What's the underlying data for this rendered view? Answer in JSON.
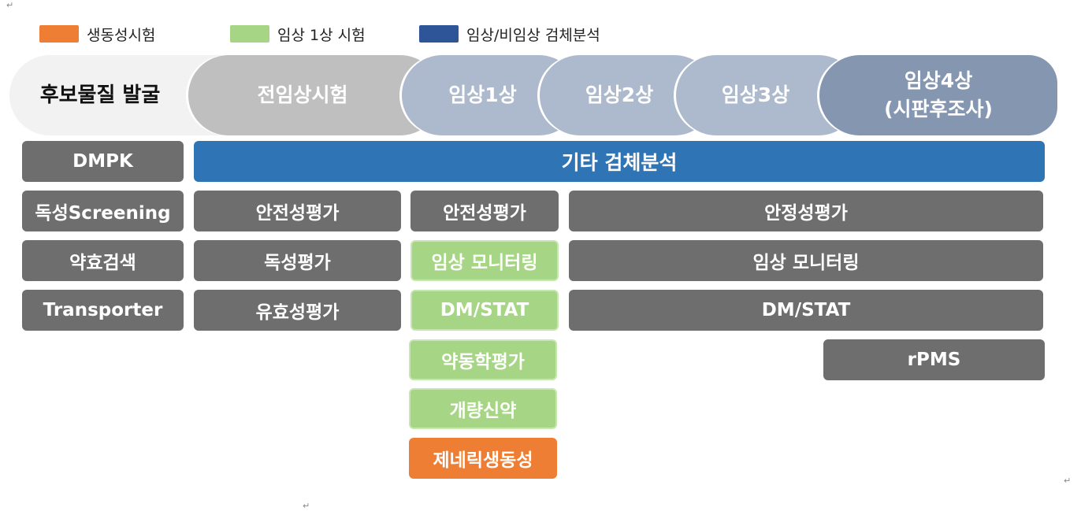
{
  "legend": [
    {
      "label": "생동성시험",
      "color": "#ee7e33"
    },
    {
      "label": "임상 1상 시험",
      "color": "#a6d585"
    },
    {
      "label": "임상/비임상 검체분석",
      "color": "#2e5597"
    }
  ],
  "phases": [
    {
      "label": "후보물질 발굴",
      "color": "#f2f2f2",
      "text_color": "#111111"
    },
    {
      "label": "전임상시험",
      "color": "#bfbfbf",
      "text_color": "#ffffff"
    },
    {
      "label": "임상1상",
      "color": "#adb9cc",
      "text_color": "#ffffff"
    },
    {
      "label": "임상2상",
      "color": "#adb9cc",
      "text_color": "#ffffff"
    },
    {
      "label": "임상3상",
      "color": "#adb9cc",
      "text_color": "#ffffff"
    },
    {
      "label_line1": "임상4상",
      "label_line2": "(시판후조사)",
      "color": "#8496b0",
      "text_color": "#ffffff"
    }
  ],
  "discovery": [
    "DMPK",
    "독성Screening",
    "약효검색",
    "Transporter"
  ],
  "banner": "기타 검체분석",
  "preclinical": [
    "안전성평가",
    "독성평가",
    "유효성평가"
  ],
  "phase1": [
    "안전성평가",
    "임상 모니터링",
    "DM/STAT",
    "약동학평가",
    "개량신약",
    "제네릭생동성"
  ],
  "phase2to4": [
    "안정성평가",
    "임상 모니터링",
    "DM/STAT"
  ],
  "phase4": [
    "rPMS"
  ],
  "marks": [
    "↵",
    "↵",
    "↵"
  ]
}
